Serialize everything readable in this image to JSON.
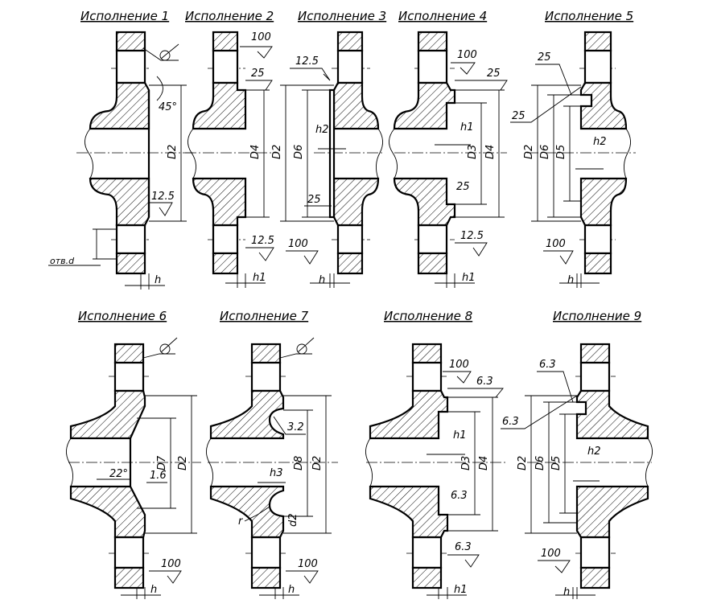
{
  "titles": {
    "v1": "Исполнение 1",
    "v2": "Исполнение 2",
    "v3": "Исполнение 3",
    "v4": "Исполнение 4",
    "v5": "Исполнение 5",
    "v6": "Исполнение 6",
    "v7": "Исполнение 7",
    "v8": "Исполнение 8",
    "v9": "Исполнение 9"
  },
  "dims": {
    "D2": "D2",
    "D4": "D4",
    "D6": "D6",
    "D3": "D3",
    "D5": "D5",
    "D7": "D7",
    "D8": "D8",
    "d2": "d2",
    "h": "h",
    "h1": "h1",
    "h2": "h2",
    "h3": "h3",
    "r": "r",
    "hole": "отв.d"
  },
  "roughness": {
    "r125": "12.5",
    "r100": "100",
    "r25": "25",
    "r63": "6.3",
    "r32": "3.2",
    "r16": "1.6"
  },
  "angles": {
    "a45": "45°",
    "a22": "22°"
  }
}
